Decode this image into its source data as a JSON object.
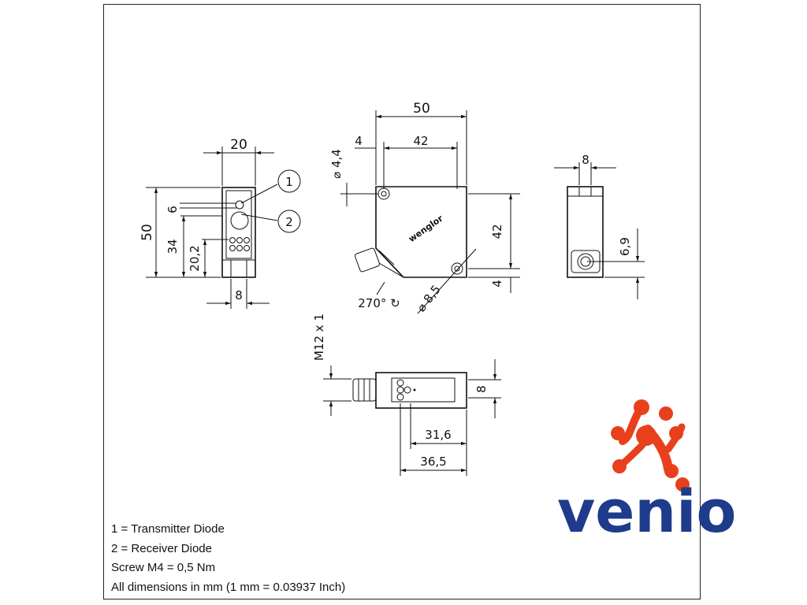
{
  "front_view": {
    "width": "20",
    "height": "50",
    "h34": "34",
    "h20_2": "20,2",
    "h6": "6",
    "bottom_8": "8",
    "callout_1": "1",
    "callout_2": "2"
  },
  "side_view": {
    "width": "50",
    "offset_4": "4",
    "pitch_42": "42",
    "hole_dia": "⌀ 4,4",
    "height_42": "42",
    "height_4": "4",
    "bore_dia": "⌀ 8,5",
    "rotation": "270° ↻",
    "brand_mark": "wenglor"
  },
  "end_view": {
    "width_8": "8",
    "height_6_9": "6,9"
  },
  "bottom_view": {
    "thread": "M12 x 1",
    "width_8": "8",
    "len_31_6": "31,6",
    "len_36_5": "36,5"
  },
  "notes": [
    "1 =  Transmitter Diode",
    "2 =  Receiver Diode",
    "Screw M4 = 0,5 Nm",
    "All dimensions in mm (1 mm = 0.03937 Inch)"
  ],
  "logo": {
    "text": "venio",
    "text_color": "#1f3b8c",
    "dot_color": "#e8401c"
  }
}
